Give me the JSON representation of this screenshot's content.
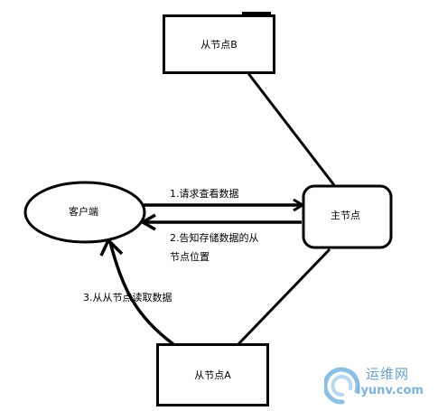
{
  "nodes": {
    "slave_b": "从节点B",
    "master": "主节点",
    "client": "客户端",
    "slave_a": "从节点A"
  },
  "edges": {
    "step1": "1.请求查看数据",
    "step2_line1": "2.告知存储数据的从",
    "step2_line2": "节点位置",
    "step3": "3.从从节点读取数据"
  },
  "watermark": {
    "logo_text": "运维网",
    "domain_text": "iyunv.com"
  },
  "colors": {
    "stroke": "#000000",
    "background": "#ffffff",
    "watermark": "#6aa0c8"
  }
}
